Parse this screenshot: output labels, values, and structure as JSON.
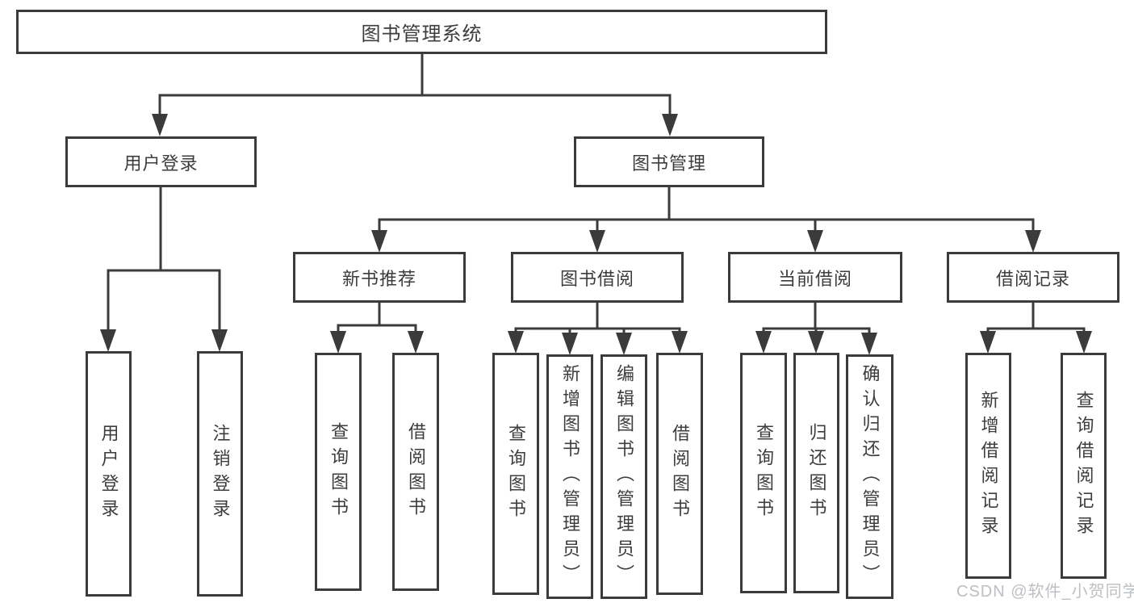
{
  "colors": {
    "background": "#ffffff",
    "line": "#3b3b3b",
    "text": "#3d3d3d",
    "watermark": "#bcbfc3"
  },
  "tree": {
    "root": {
      "label": "图书管理系统"
    },
    "level2": [
      {
        "label": "用户登录"
      },
      {
        "label": "图书管理"
      }
    ],
    "level3": [
      {
        "label": "新书推荐"
      },
      {
        "label": "图书借阅"
      },
      {
        "label": "当前借阅"
      },
      {
        "label": "借阅记录"
      }
    ],
    "leaves": {
      "user_login": [
        "用户登录",
        "注销登录"
      ],
      "new_book": [
        "查询图书",
        "借阅图书"
      ],
      "book_borrow": [
        "查询图书",
        "新增图书（管理员）",
        "编辑图书（管理员）",
        "借阅图书"
      ],
      "current_borrow": [
        "查询图书",
        "归还图书",
        "确认归还（管理员）"
      ],
      "borrow_records": [
        "新增借阅记录",
        "查询借阅记录"
      ]
    }
  },
  "watermark": "CSDN @软件_小贺同学"
}
